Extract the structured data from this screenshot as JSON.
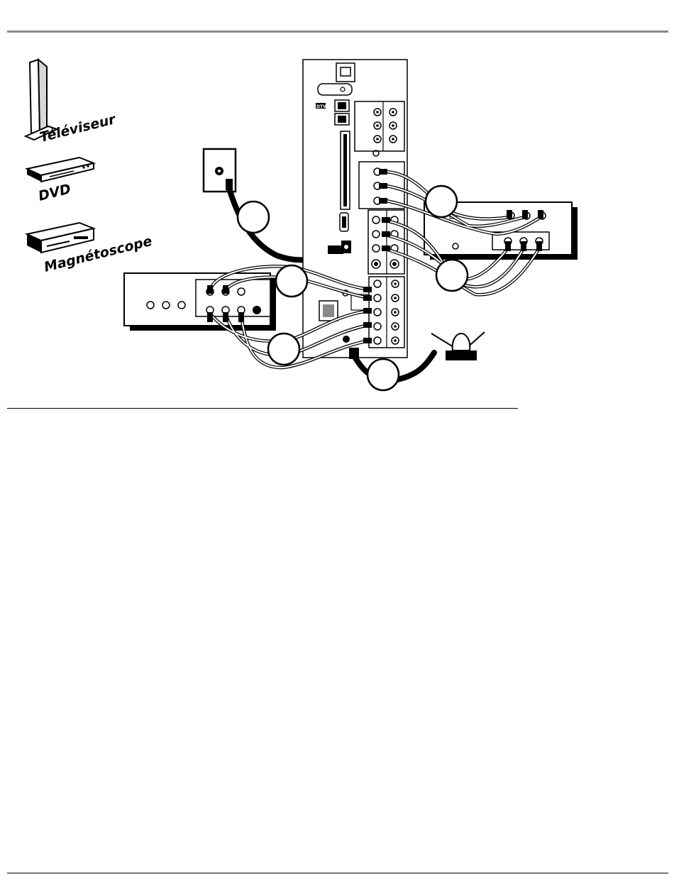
{
  "labels": {
    "tv": "Téléviseur",
    "dvd": "DVD",
    "vcr": "Magnétoscope"
  },
  "panel": {
    "dtv_badge": "DTV"
  },
  "colors": {
    "ink": "#000000",
    "rule": "#8a8a8a",
    "paper": "#ffffff"
  }
}
